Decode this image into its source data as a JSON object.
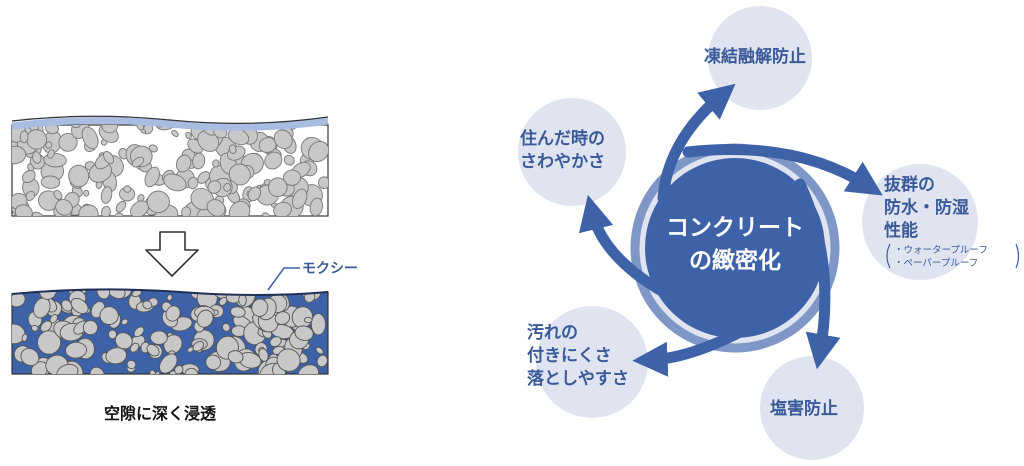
{
  "left": {
    "callout_label": "モクシー",
    "caption": "空隙に深く浸透"
  },
  "right": {
    "center": {
      "line1": "コンクリート",
      "line2": "の緻密化"
    },
    "top": "凍結融解防止",
    "upper_left": {
      "line1": "住んだ時の",
      "line2": "さわやかさ"
    },
    "right_label": {
      "line1": "抜群の",
      "line2": "防水・防湿",
      "line3": "性能"
    },
    "right_notes": {
      "line1": "・ウォータープルーフ",
      "line2": "・ペーパープルーフ"
    },
    "lower_left": {
      "line1": "汚れの",
      "line2": "付きにくさ",
      "line3": "落としやすさ"
    },
    "bottom": "塩害防止"
  },
  "colors": {
    "blue": "#3d62a8",
    "dark_blue": "#2f5296",
    "bubble": "#dfe4f0",
    "ring": "#7f97c6",
    "stone": "#c8c8c8",
    "stone_dark": "#b5b5b5",
    "surface": "#a9bde3"
  }
}
